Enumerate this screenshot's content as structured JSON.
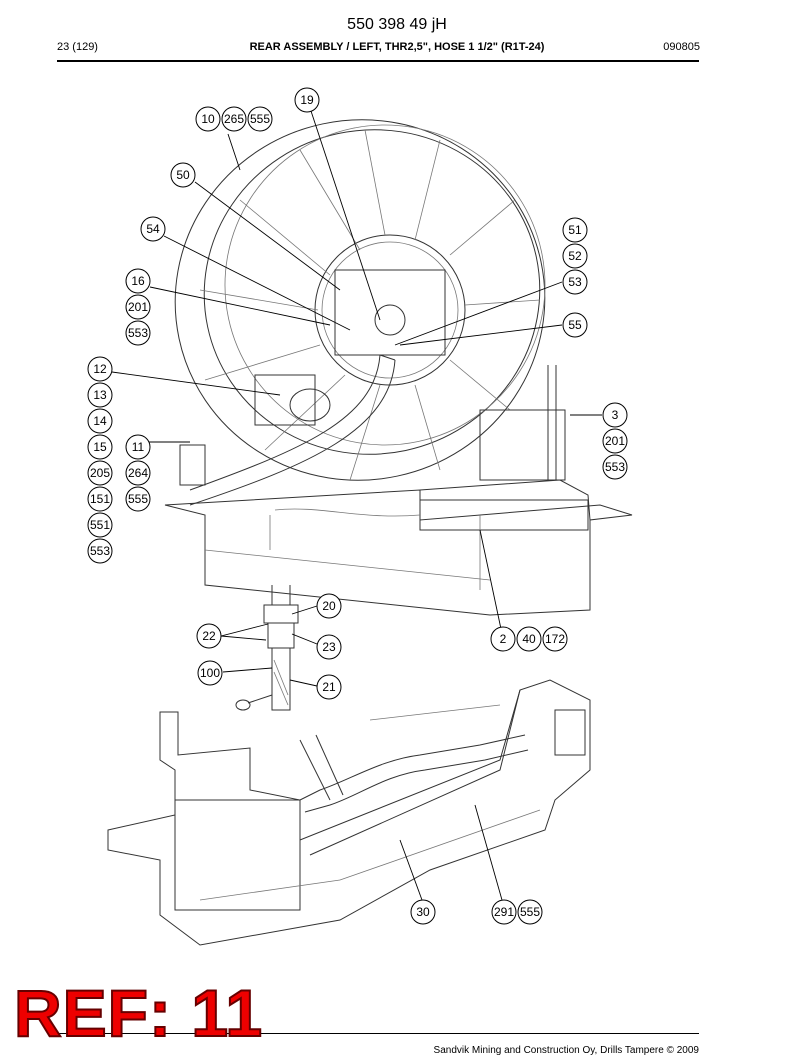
{
  "header": {
    "doc_number": "550 398 49 jH",
    "page": "23 (129)",
    "title": "REAR ASSEMBLY / LEFT, THR2,5\", HOSE 1 1/2\" (R1T-24)",
    "code": "090805"
  },
  "callouts": [
    "19",
    "10",
    "265",
    "555",
    "50",
    "54",
    "16",
    "201",
    "553",
    "12",
    "13",
    "14",
    "15",
    "205",
    "151",
    "551",
    "553",
    "11",
    "264",
    "555",
    "51",
    "52",
    "53",
    "55",
    "3",
    "201",
    "553",
    "20",
    "22",
    "23",
    "100",
    "21",
    "2",
    "40",
    "172",
    "30",
    "291",
    "555"
  ],
  "footer": {
    "text": "Sandvik Mining and Construction Oy, Drills Tampere © 2009"
  },
  "stamp": {
    "text": "REF: 11"
  }
}
